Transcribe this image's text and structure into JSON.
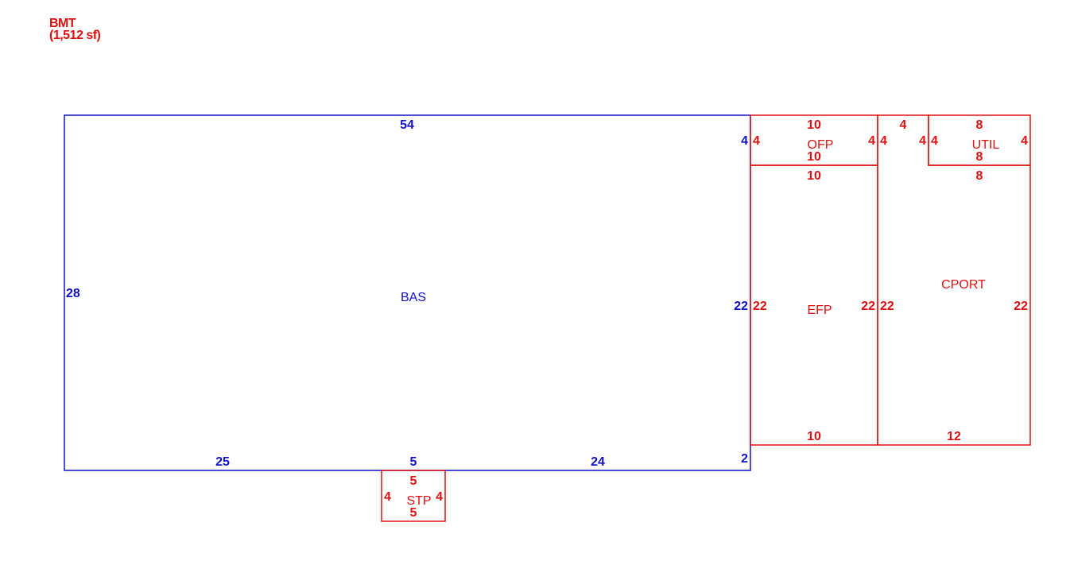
{
  "header": {
    "code": "BMT",
    "area": "(1,512 sf)"
  },
  "colors": {
    "main": "#1010c8",
    "attached": "#e01010"
  },
  "areas": {
    "bas": {
      "label": "BAS",
      "top": "54",
      "left": "28",
      "right_upper": "4",
      "right_lower": "22",
      "right_bottom": "2",
      "bottom_a": "25",
      "bottom_b": "5",
      "bottom_c": "24"
    },
    "ofp": {
      "label": "OFP",
      "top": "10",
      "bottom": "10",
      "left": "4",
      "right": "4"
    },
    "efp": {
      "label": "EFP",
      "top": "10",
      "bottom": "10",
      "left": "22",
      "right": "22"
    },
    "util": {
      "label": "UTIL",
      "top": "8",
      "bottom": "8",
      "left": "4",
      "right": "4"
    },
    "cport": {
      "label": "CPORT",
      "top": "4",
      "top_right": "8",
      "bottom": "12",
      "left": "22",
      "right": "22",
      "upper_left": "4",
      "upper_right": "4"
    },
    "stp": {
      "label": "STP",
      "top": "5",
      "bottom": "5",
      "left": "4",
      "right": "4"
    }
  }
}
